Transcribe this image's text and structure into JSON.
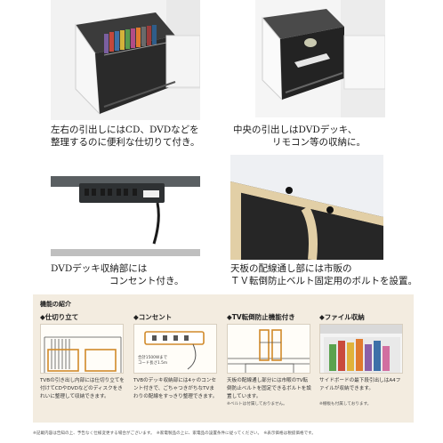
{
  "captions": {
    "top_left_line1": "左右の引出しにはCD、DVDなどを",
    "top_left_line2": "整理するのに便利な仕切りて付き。",
    "top_right_line1": "中央の引出しはDVDデッキ、",
    "top_right_line2": "リモコン等の収納に。",
    "mid_left_line1": "DVDデッキ収納部には",
    "mid_left_line2": "コンセント付き。",
    "mid_right_line1": "天板の配線通し部には市販の",
    "mid_right_line2": "ＴＶ転倒防止ベルト固定用のボルトを設置。"
  },
  "panel": {
    "title": "機能の紹介",
    "features": [
      {
        "heading": "◆仕切り立て",
        "text": "TVBの引き出し内部には仕切り立てを付けてCDやDVDなどのディスクをきれいに整理して収納できます。"
      },
      {
        "heading": "◆コンセント",
        "text": "TVBのデッキ収納部には4ヶのコンセント付きで、ごちゃつきがちなTVまわりの配線をすっきり整理できます。",
        "label_line1": "合計1500Wまで",
        "label_line2": "コード長さ1.5m"
      },
      {
        "heading": "◆TV転倒防止機能付き",
        "text": "天板の配線通し部分には市販のTV転倒防止ベルトを固定できるボルトを設置しています。",
        "note": "※ベルトは付属しておりません。"
      },
      {
        "heading": "◆ファイル収納",
        "text": "サイドボードの最下段引出しはA4ファイルが収納できます。",
        "note": "※棚板も付属しております。"
      }
    ]
  },
  "footer": "※記載内容は告知の上、予告なく仕様変更する場合がございます。　※家電製品の上に、家電品の設置条件に従ってください。　※表示価格は税抜価格です。",
  "colors": {
    "panel_bg": "#f3ece0",
    "wood": "#e2cfa6",
    "drawer_white": "#efefef",
    "dark": "#2a2a2a"
  }
}
